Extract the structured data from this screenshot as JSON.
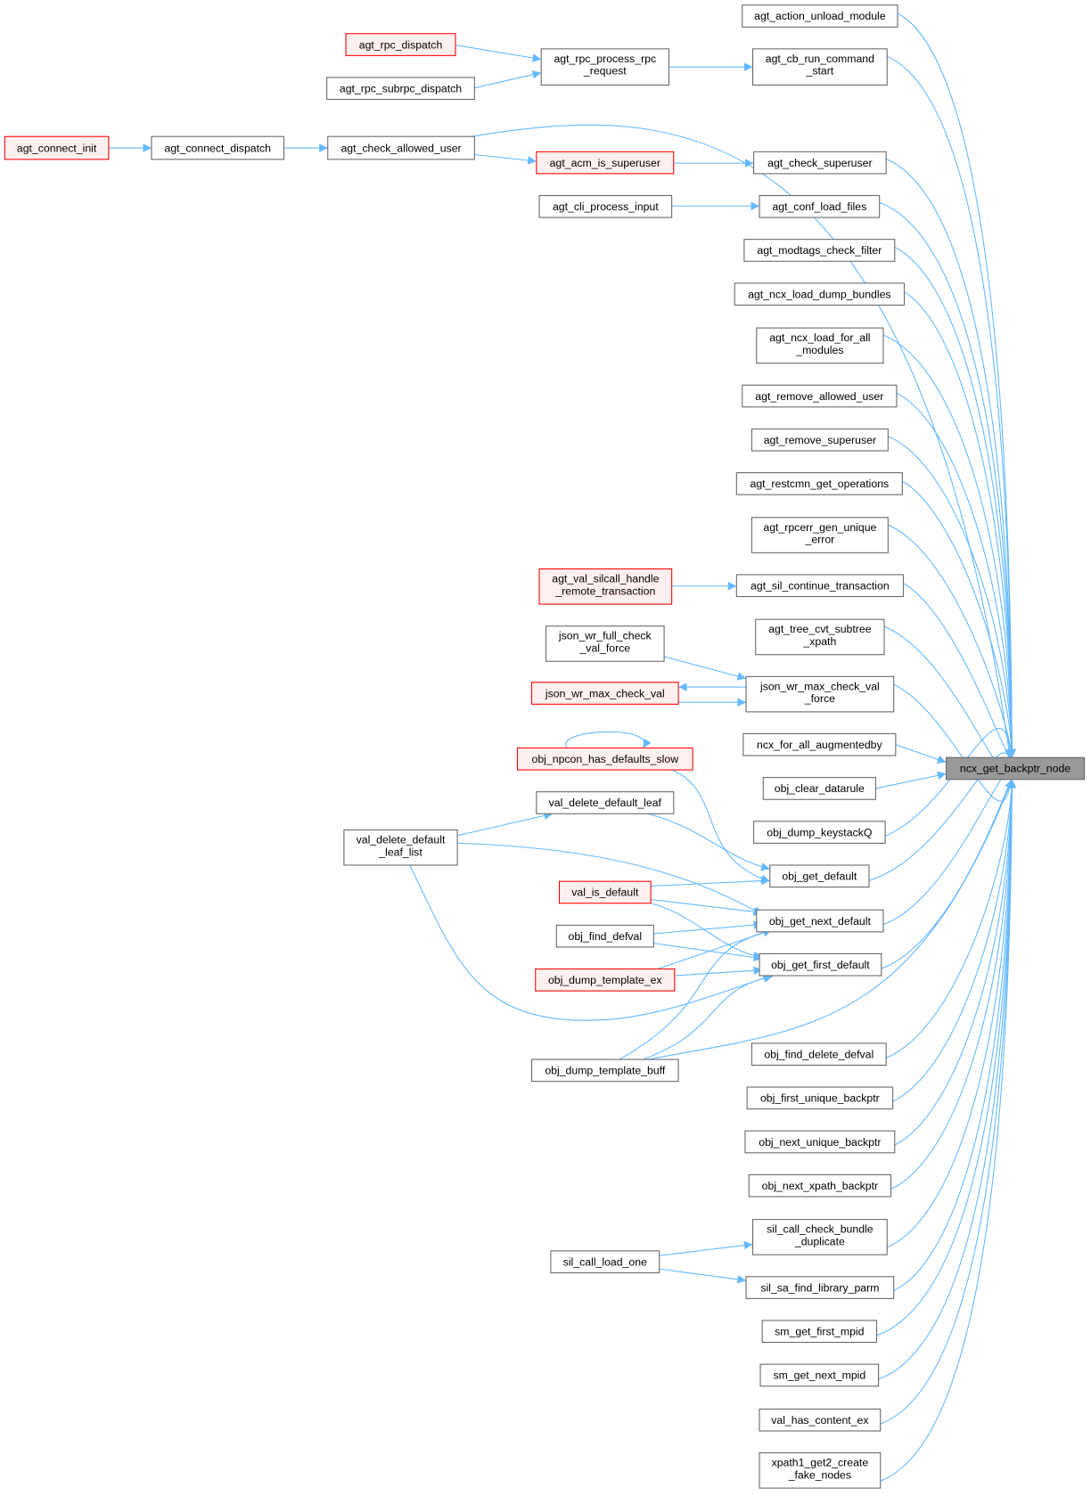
{
  "graph": {
    "target": {
      "id": "ncx_get_backptr_node",
      "lines": [
        "ncx_get_backptr_node"
      ]
    },
    "nodes": {
      "agt_action_unload_module": [
        "agt_action_unload_module"
      ],
      "agt_cb_run_command_start": [
        "agt_cb_run_command",
        "_start"
      ],
      "agt_check_superuser": [
        "agt_check_superuser"
      ],
      "agt_conf_load_files": [
        "agt_conf_load_files"
      ],
      "agt_modtags_check_filter": [
        "agt_modtags_check_filter"
      ],
      "agt_ncx_load_dump_bundles": [
        "agt_ncx_load_dump_bundles"
      ],
      "agt_ncx_load_for_all_modules": [
        "agt_ncx_load_for_all",
        "_modules"
      ],
      "agt_remove_allowed_user": [
        "agt_remove_allowed_user"
      ],
      "agt_remove_superuser": [
        "agt_remove_superuser"
      ],
      "agt_restcmn_get_operations": [
        "agt_restcmn_get_operations"
      ],
      "agt_rpcerr_gen_unique_error": [
        "agt_rpcerr_gen_unique",
        "_error"
      ],
      "agt_sil_continue_transaction": [
        "agt_sil_continue_transaction"
      ],
      "agt_tree_cvt_subtree_xpath": [
        "agt_tree_cvt_subtree",
        "_xpath"
      ],
      "json_wr_max_check_val_force": [
        "json_wr_max_check_val",
        "_force"
      ],
      "ncx_for_all_augmentedby": [
        "ncx_for_all_augmentedby"
      ],
      "obj_clear_datarule": [
        "obj_clear_datarule"
      ],
      "obj_dump_keystackQ": [
        "obj_dump_keystackQ"
      ],
      "obj_get_default": [
        "obj_get_default"
      ],
      "obj_get_next_default": [
        "obj_get_next_default"
      ],
      "obj_get_first_default": [
        "obj_get_first_default"
      ],
      "obj_find_delete_defval": [
        "obj_find_delete_defval"
      ],
      "obj_first_unique_backptr": [
        "obj_first_unique_backptr"
      ],
      "obj_next_unique_backptr": [
        "obj_next_unique_backptr"
      ],
      "obj_next_xpath_backptr": [
        "obj_next_xpath_backptr"
      ],
      "sil_call_check_bundle_duplicate": [
        "sil_call_check_bundle",
        "_duplicate"
      ],
      "sil_sa_find_library_parm": [
        "sil_sa_find_library_parm"
      ],
      "sm_get_first_mpid": [
        "sm_get_first_mpid"
      ],
      "sm_get_next_mpid": [
        "sm_get_next_mpid"
      ],
      "val_has_content_ex": [
        "val_has_content_ex"
      ],
      "xpath1_get2_create_fake_nodes": [
        "xpath1_get2_create",
        "_fake_nodes"
      ],
      "agt_rpc_process_rpc_request": [
        "agt_rpc_process_rpc",
        "_request"
      ],
      "agt_acm_is_superuser": [
        "agt_acm_is_superuser"
      ],
      "agt_cli_process_input": [
        "agt_cli_process_input"
      ],
      "agt_val_silcall_handle_remote_transaction": [
        "agt_val_silcall_handle",
        "_remote_transaction"
      ],
      "json_wr_full_check_val_force": [
        "json_wr_full_check",
        "_val_force"
      ],
      "json_wr_max_check_val": [
        "json_wr_max_check_val"
      ],
      "obj_npcon_has_defaults_slow": [
        "obj_npcon_has_defaults_slow"
      ],
      "val_delete_default_leaf": [
        "val_delete_default_leaf"
      ],
      "val_is_default": [
        "val_is_default"
      ],
      "obj_find_defval": [
        "obj_find_defval"
      ],
      "obj_dump_template_ex": [
        "obj_dump_template_ex"
      ],
      "obj_dump_template_buff": [
        "obj_dump_template_buff"
      ],
      "sil_call_load_one": [
        "sil_call_load_one"
      ],
      "agt_rpc_dispatch": [
        "agt_rpc_dispatch"
      ],
      "agt_rpc_subrpc_dispatch": [
        "agt_rpc_subrpc_dispatch"
      ],
      "agt_check_allowed_user": [
        "agt_check_allowed_user"
      ],
      "val_delete_default_leaf_list": [
        "val_delete_default",
        "_leaf_list"
      ],
      "agt_connect_dispatch": [
        "agt_connect_dispatch"
      ],
      "agt_connect_init": [
        "agt_connect_init"
      ]
    },
    "colors": {
      "edge": "#63b8ff",
      "incomplete_border": "#ff0000",
      "target_fill": "#999999"
    }
  }
}
